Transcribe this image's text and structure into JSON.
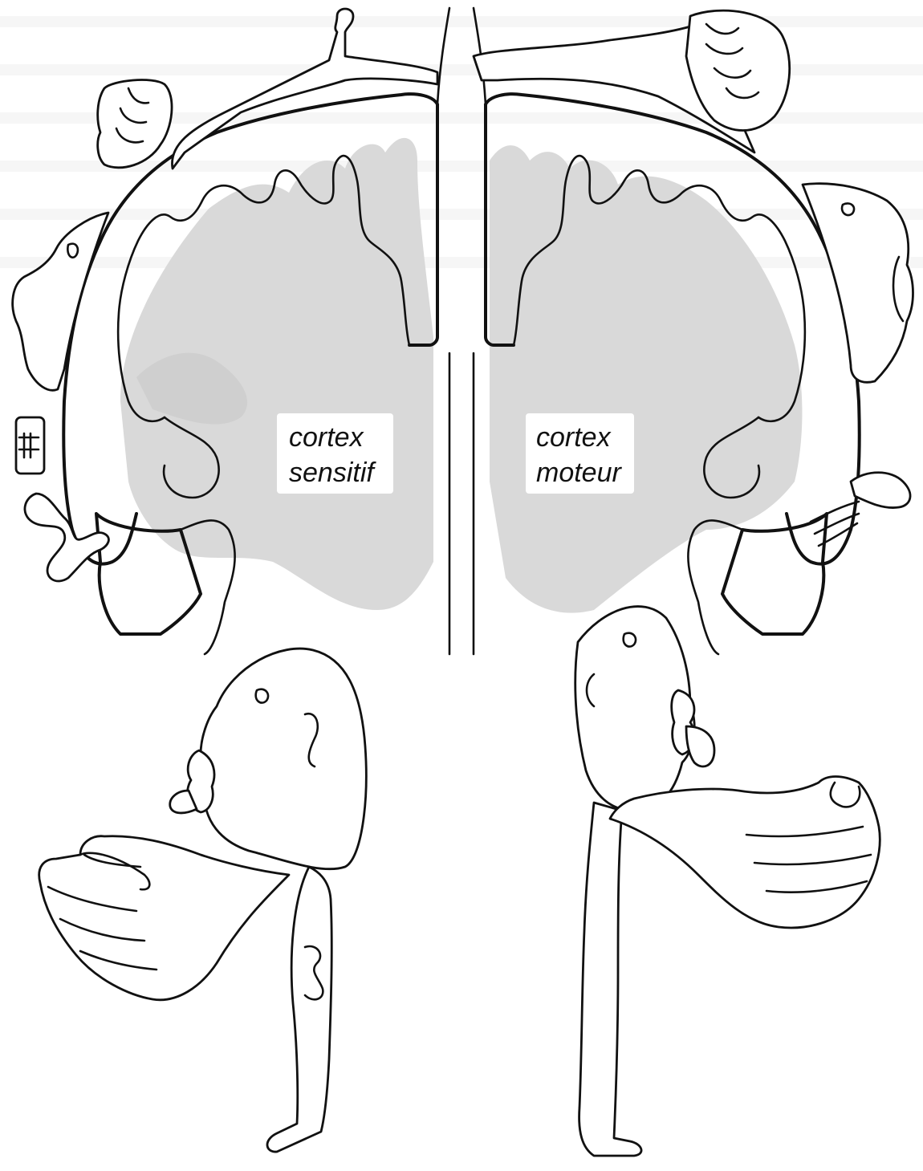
{
  "labels": {
    "left_line1": "cortex",
    "left_line2": "sensitif",
    "right_line1": "cortex",
    "right_line2": "moteur"
  },
  "colors": {
    "ink": "#111111",
    "cortex_grey": "#d9d9d9",
    "background": "#ffffff"
  },
  "icons": {
    "sensory_homunculus": "homunculus-figure",
    "motor_homunculus": "homunculus-figure"
  }
}
